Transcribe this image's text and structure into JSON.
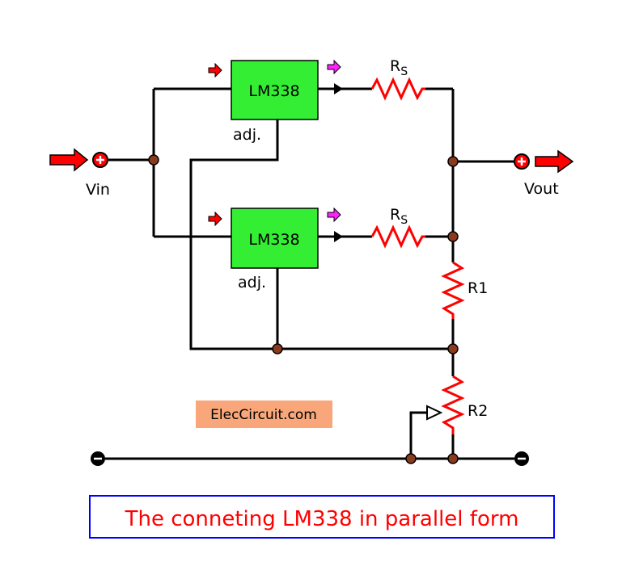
{
  "regulators": [
    {
      "label": "LM338",
      "adj_label": "adj."
    },
    {
      "label": "LM338",
      "adj_label": "adj."
    }
  ],
  "resistors": {
    "rs_main": "R",
    "rs_sub": "S",
    "r1": "R1",
    "r2": "R2"
  },
  "terminals": {
    "vin": "Vin",
    "vout": "Vout"
  },
  "brand": "ElecCircuit.com",
  "caption": "The conneting LM338 in parallel form",
  "colors": {
    "chip_fill": "#33ee33",
    "resistor": "#ff0000",
    "arrow_in": "#ff0000",
    "arrow_out": "#ff22ff",
    "node": "#8b3a1e",
    "brand_bg": "#f9a77a",
    "caption_text": "#ff0000",
    "caption_border": "#0000ff"
  }
}
